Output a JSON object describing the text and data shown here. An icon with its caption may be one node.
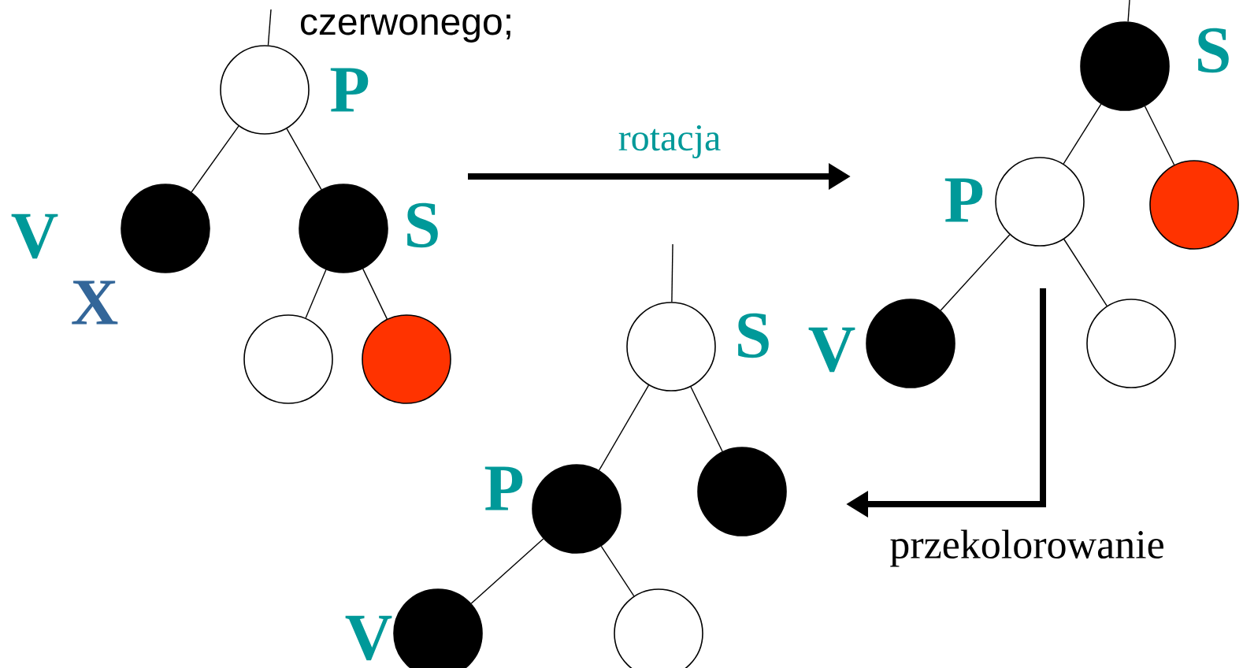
{
  "diagram": {
    "nodes": [
      {
        "text": [],
        "shape": "circle",
        "beside": [
          "P"
        ]
      },
      {
        "text": [],
        "shape": "circle",
        "beside": [
          "V",
          "X"
        ]
      },
      {
        "text": [],
        "shape": "circle",
        "beside": [
          "S"
        ]
      },
      {
        "text": [],
        "shape": "circle"
      },
      {
        "text": [],
        "shape": "circle"
      },
      {
        "text": [],
        "shape": "circle",
        "beside": [
          "S"
        ]
      },
      {
        "text": [],
        "shape": "circle",
        "beside": [
          "P"
        ]
      },
      {
        "text": [],
        "shape": "circle"
      },
      {
        "text": [],
        "shape": "circle",
        "beside": [
          "V"
        ]
      },
      {
        "text": [],
        "shape": "circle"
      },
      {
        "text": [],
        "shape": "circle",
        "beside": [
          "S"
        ]
      },
      {
        "text": [],
        "shape": "circle",
        "beside": [
          "P"
        ]
      },
      {
        "text": [],
        "shape": "circle"
      },
      {
        "text": [],
        "shape": "circle",
        "beside": [
          "V"
        ]
      },
      {
        "text": [],
        "shape": "circle"
      }
    ],
    "edges": [
      {
        "from": null,
        "to": 0,
        "arrow": "none"
      },
      {
        "from": 0,
        "to": 1,
        "arrow": "none"
      },
      {
        "from": 0,
        "to": 2,
        "arrow": "none"
      },
      {
        "from": 2,
        "to": 3,
        "arrow": "none"
      },
      {
        "from": 2,
        "to": 4,
        "arrow": "none"
      },
      {
        "from": null,
        "to": 5,
        "arrow": "none"
      },
      {
        "from": 5,
        "to": 6,
        "arrow": "none"
      },
      {
        "from": 5,
        "to": 7,
        "arrow": "none"
      },
      {
        "from": 6,
        "to": 8,
        "arrow": "none"
      },
      {
        "from": 6,
        "to": 9,
        "arrow": "none"
      },
      {
        "from": null,
        "to": 10,
        "arrow": "none"
      },
      {
        "from": 10,
        "to": 11,
        "arrow": "none"
      },
      {
        "from": 10,
        "to": 12,
        "arrow": "none"
      },
      {
        "from": 11,
        "to": 13,
        "arrow": "none"
      },
      {
        "from": 11,
        "to": 14,
        "arrow": "none"
      }
    ],
    "labels": [
      "czerwonego;",
      "rotacja",
      "przekolorowanie"
    ]
  }
}
